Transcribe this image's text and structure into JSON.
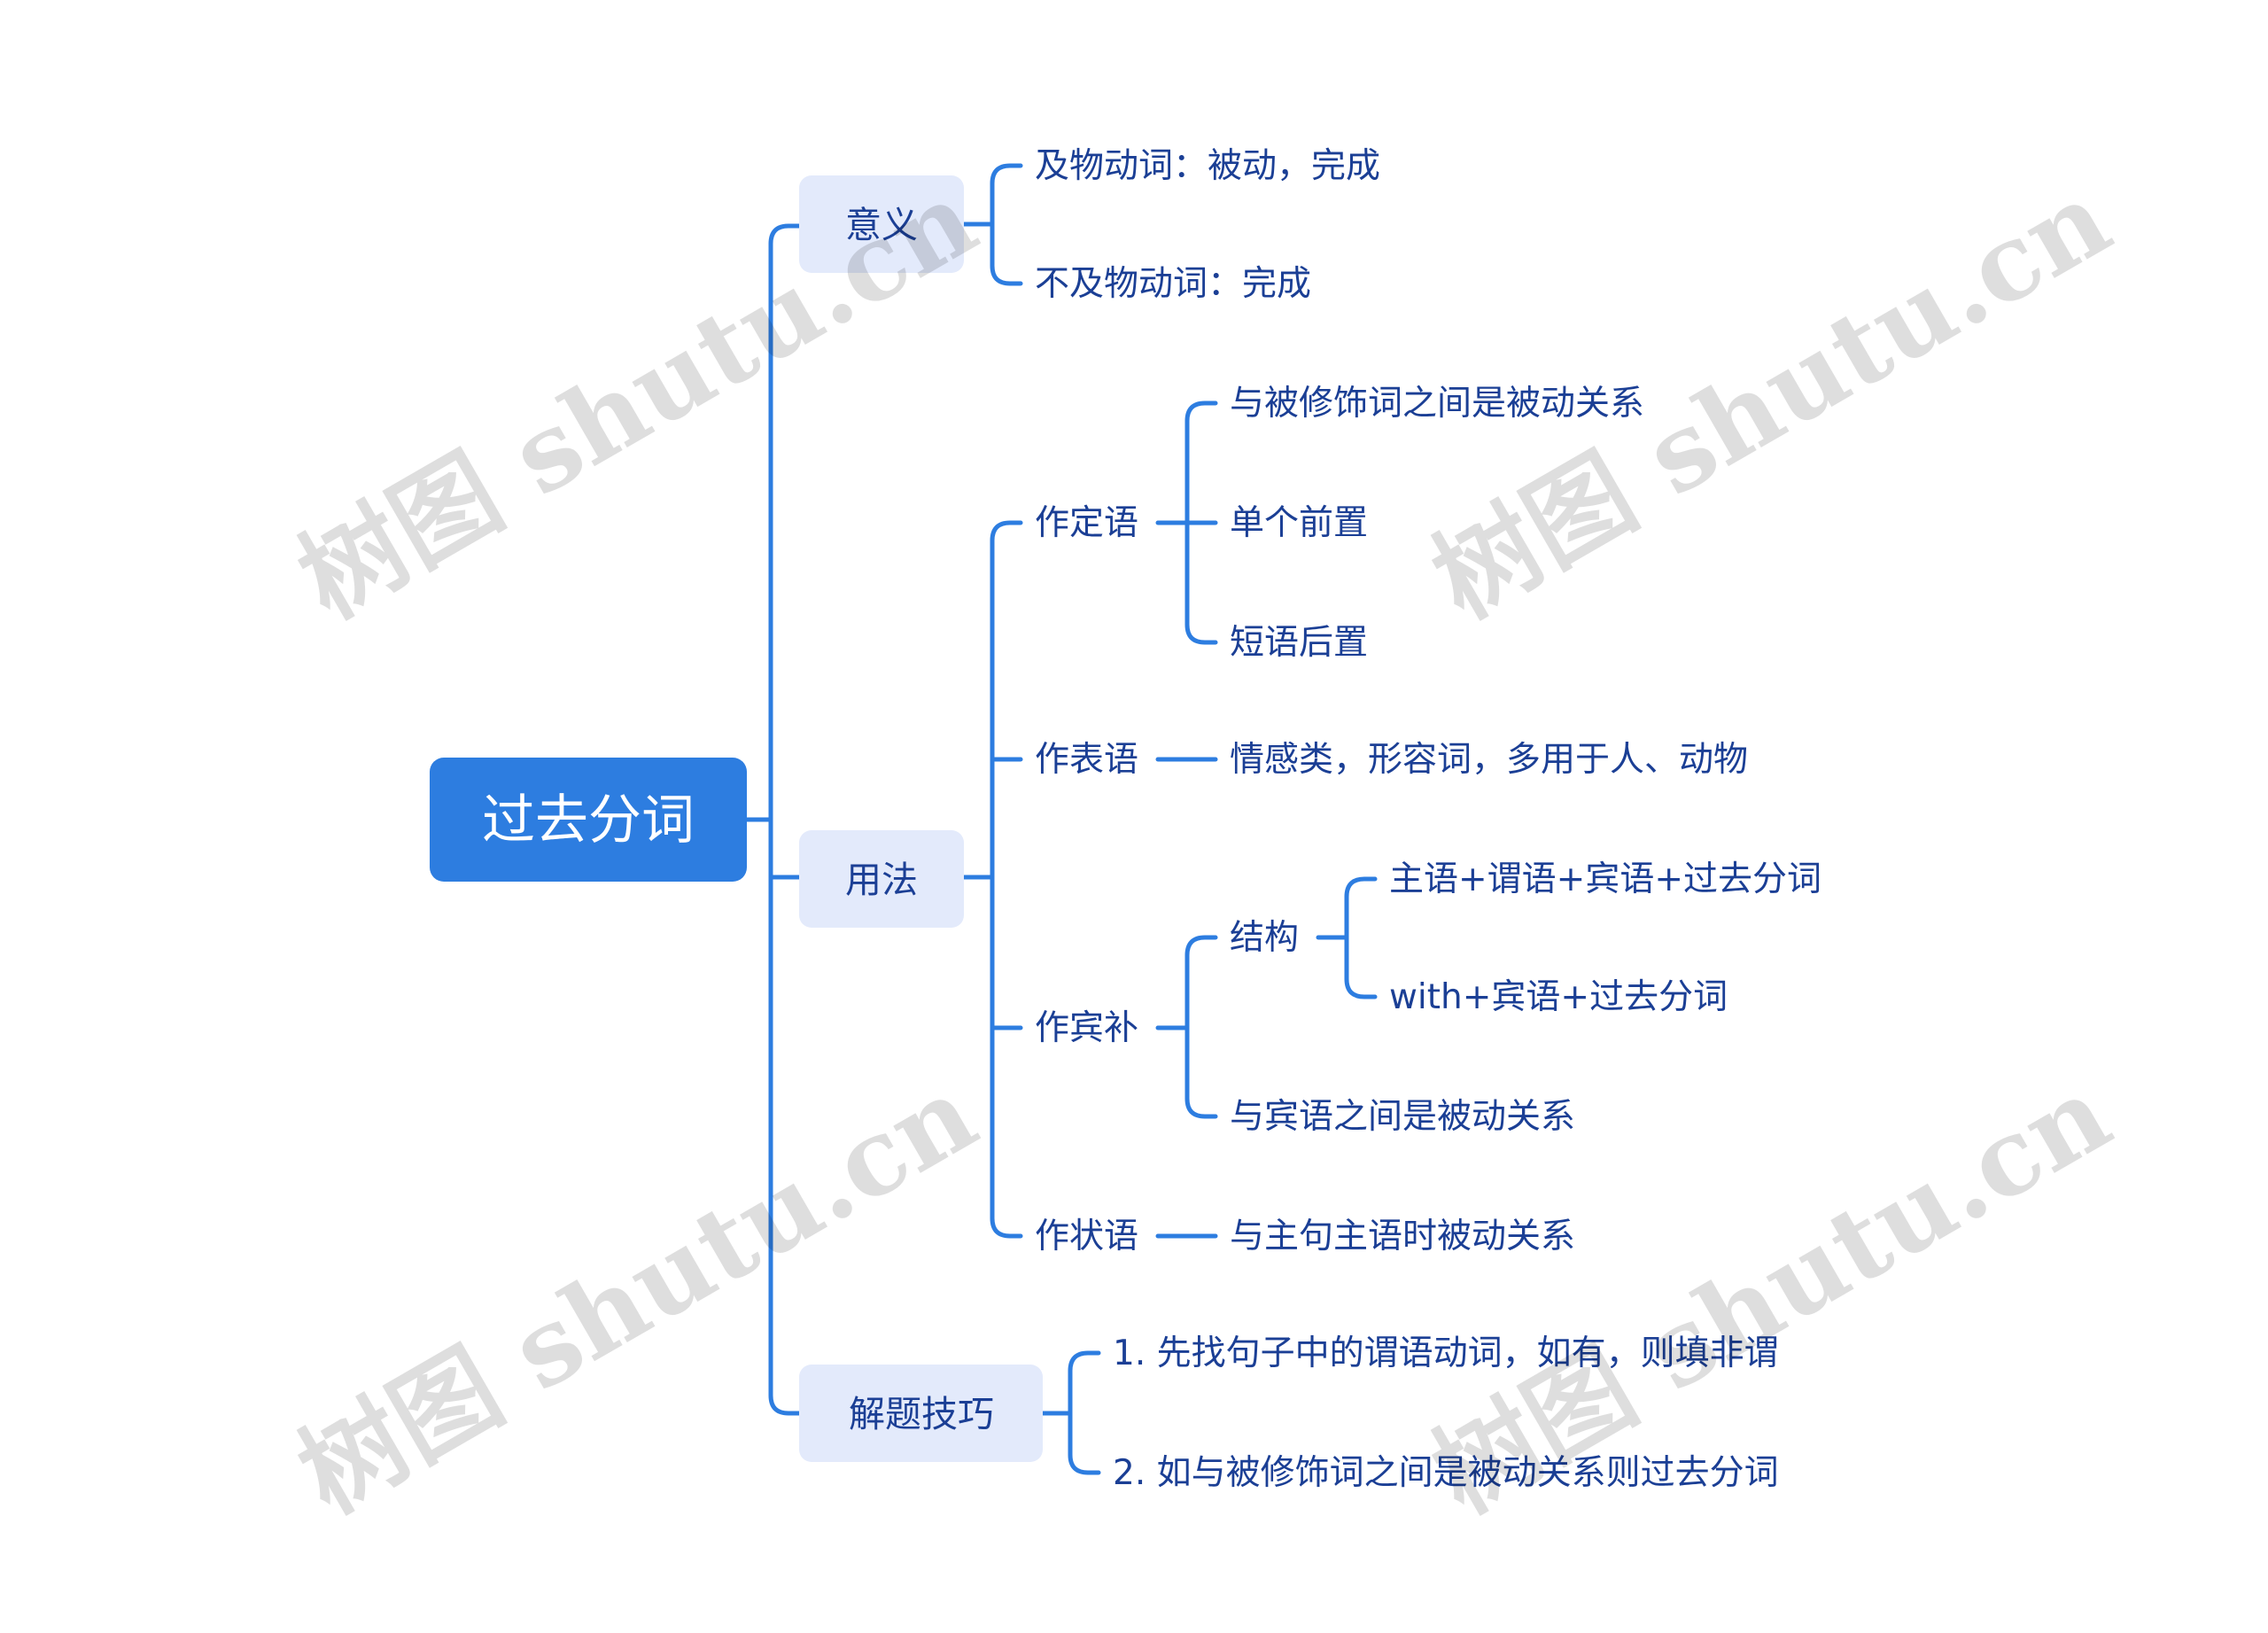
{
  "colors": {
    "accent": "#2d7de0",
    "branch_bg": "#e3eafb",
    "text": "#1b3f95"
  },
  "root": "过去分词",
  "branches": {
    "meaning": {
      "label": "意义",
      "items": [
        "及物动词：被动，完成",
        "不及物动词：完成"
      ]
    },
    "usage": {
      "label": "用法",
      "attributive": {
        "label": "作定语",
        "items": [
          "与被修饰词之间是被动关系",
          "单个前置",
          "短语后置"
        ]
      },
      "predicative": {
        "label": "作表语",
        "items": [
          "情感类，形容词，多用于人、动物"
        ]
      },
      "object_complement": {
        "label": "作宾补",
        "structure": {
          "label": "结构",
          "items": [
            "主语+谓语+宾语+过去分词",
            "with+宾语+过去分词"
          ]
        },
        "items": [
          "与宾语之间是被动关系"
        ]
      },
      "adverbial": {
        "label": "作状语",
        "items": [
          "与主句主语时被动关系"
        ]
      }
    },
    "tips": {
      "label": "解题技巧",
      "items": [
        "1. 先找句子中的谓语动词，如有，则填非谓",
        "2. 如与被修饰词之间是被动关系则过去分词"
      ]
    }
  },
  "watermark": "树图 shutu.cn"
}
